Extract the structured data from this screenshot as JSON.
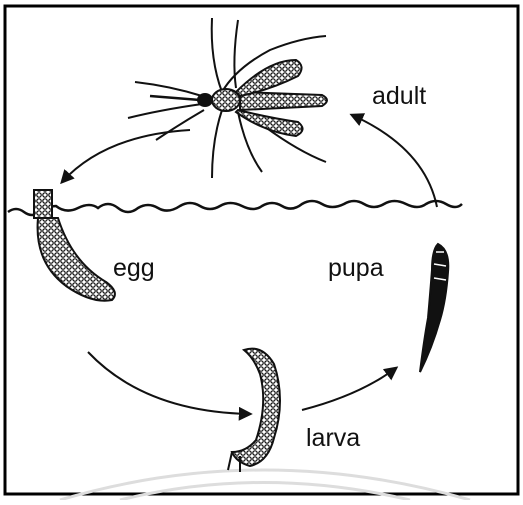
{
  "stages": {
    "adult": "adult",
    "egg": "egg",
    "pupa": "pupa",
    "larva": "larva"
  },
  "colors": {
    "ink": "#111111",
    "frame": "#000000",
    "background": "#ffffff",
    "watermark": "#dddddd"
  },
  "icons": [
    "mosquito-icon",
    "egg-raft-icon",
    "larva-icon",
    "pupa-icon"
  ]
}
